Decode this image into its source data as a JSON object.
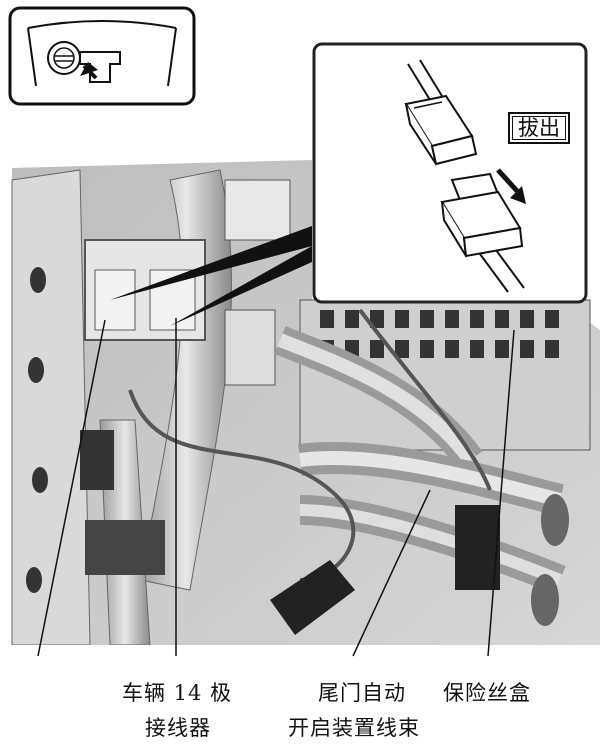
{
  "callout": {
    "pull_out_label": "拔出"
  },
  "labels": {
    "vehicle_connector_line1": "车辆 14 极",
    "vehicle_connector_line2": "接线器",
    "tailgate_harness_line1": "尾门自动",
    "tailgate_harness_line2": "开启装置线束",
    "fuse_box": "保险丝盒"
  },
  "colors": {
    "line": "#111111",
    "photo_bg": "#c9c9c9",
    "callout_border": "#222222"
  },
  "icons": {
    "locator": "dashboard-locator-icon",
    "arrow": "pull-direction-arrow-icon"
  }
}
